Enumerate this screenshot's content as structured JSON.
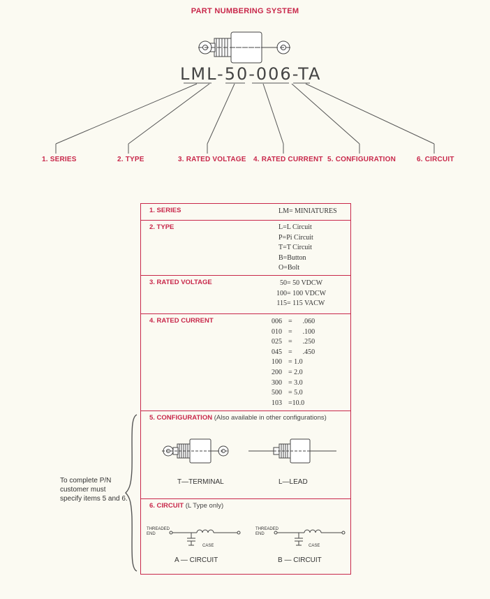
{
  "header": {
    "title": "PART NUMBERING SYSTEM",
    "part_number": "LML-50-006-TA"
  },
  "labels": [
    "1. SERIES",
    "2. TYPE",
    "3. RATED VOLTAGE",
    "4. RATED CURRENT",
    "5. CONFIGURATION",
    "6. CIRCUIT"
  ],
  "series": {
    "heading": "1. SERIES",
    "value": "LM= MINIATURES"
  },
  "type": {
    "heading": "2. TYPE",
    "items": [
      "L=L Circuit",
      "P=Pi Circuit",
      "T=T Circuit",
      "B=Button",
      "O=Bolt"
    ]
  },
  "voltage": {
    "heading": "3. RATED VOLTAGE",
    "items": [
      {
        "code": "50",
        "value": "50 VDCW"
      },
      {
        "code": "100",
        "value": "100 VDCW"
      },
      {
        "code": "115",
        "value": "115 VACW"
      }
    ]
  },
  "current": {
    "heading": "4. RATED CURRENT",
    "items": [
      {
        "code": "006",
        "value": ".060"
      },
      {
        "code": "010",
        "value": ".100"
      },
      {
        "code": "025",
        "value": ".250"
      },
      {
        "code": "045",
        "value": ".450"
      },
      {
        "code": "100",
        "value": "1.0"
      },
      {
        "code": "200",
        "value": "2.0"
      },
      {
        "code": "300",
        "value": "3.0"
      },
      {
        "code": "500",
        "value": "5.0"
      },
      {
        "code": "103",
        "value": "10.0"
      }
    ]
  },
  "configuration": {
    "heading": "5. CONFIGURATION",
    "note": "(Also available in other configurations)",
    "terminal_caption": "T—TERMINAL",
    "lead_caption": "L—LEAD"
  },
  "circuit": {
    "heading": "6. CIRCUIT",
    "note": "(L Type only)",
    "threaded_end": "THREADED END",
    "case": "CASE",
    "caption_a": "A — CIRCUIT",
    "caption_b": "B — CIRCUIT"
  },
  "side_note": "To complete P/N customer must specify items 5 and 6.",
  "colors": {
    "accent": "#c8274a",
    "ink": "#333333",
    "paper": "#fbfaf2"
  }
}
